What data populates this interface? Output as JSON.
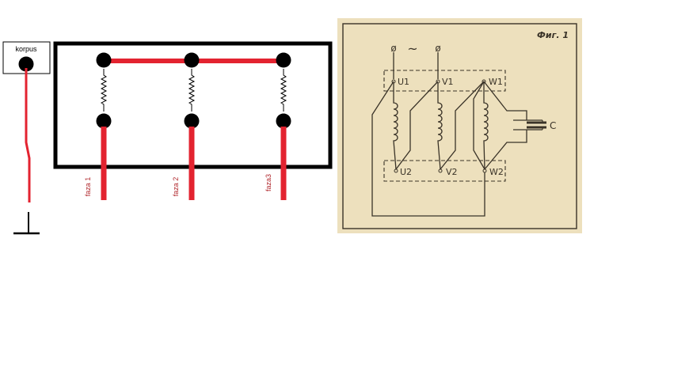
{
  "left_diagram": {
    "korpus_label": "korpus",
    "phase_labels": [
      "faza 1",
      "faza 2",
      "faza3"
    ],
    "colors": {
      "wire": "#e32330",
      "terminal": "#000000",
      "label": "#b0262b",
      "frame": "#000000"
    }
  },
  "right_diagram": {
    "figure_label": "Фиг. 1",
    "ac_symbol": "~",
    "top_terminal_symbol": "ø",
    "top_terminals": [
      "U1",
      "V1",
      "W1"
    ],
    "bottom_terminals": [
      "U2",
      "V2",
      "W2"
    ],
    "capacitor_label": "C",
    "colors": {
      "paper": "#ede0bd",
      "ink": "#3a3328"
    }
  }
}
